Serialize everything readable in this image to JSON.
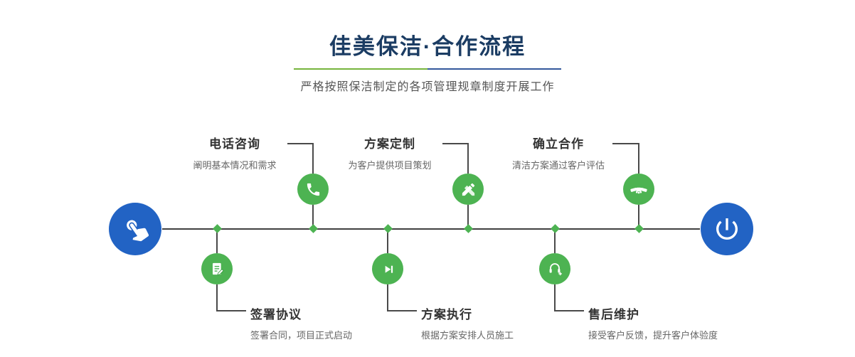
{
  "header": {
    "title": "佳美保洁·合作流程",
    "subtitle": "严格按照保洁制定的各项管理规章制度开展工作"
  },
  "colors": {
    "title_navy": "#1b3c63",
    "accent_green": "#4db352",
    "accent_blue": "#2263c4",
    "divider_green": "#76b43c",
    "divider_blue": "#33589c"
  },
  "flow": {
    "start": {
      "icon": "pointing-hand-icon"
    },
    "end": {
      "icon": "power-icon"
    },
    "steps_top": [
      {
        "title": "电话咨询",
        "desc": "阐明基本情况和需求",
        "icon": "phone-icon"
      },
      {
        "title": "方案定制",
        "desc": "为客户提供项目策划",
        "icon": "pencil-icon"
      },
      {
        "title": "确立合作",
        "desc": "清洁方案通过客户评估",
        "icon": "handshake-icon"
      }
    ],
    "steps_bottom": [
      {
        "title": "签署协议",
        "desc": "签署合同，项目正式启动",
        "icon": "contract-icon"
      },
      {
        "title": "方案执行",
        "desc": "根据方案安排人员施工",
        "icon": "play-icon"
      },
      {
        "title": "售后维护",
        "desc": "接受客户反馈，提升客户体验度",
        "icon": "headset-plus-icon"
      }
    ]
  }
}
